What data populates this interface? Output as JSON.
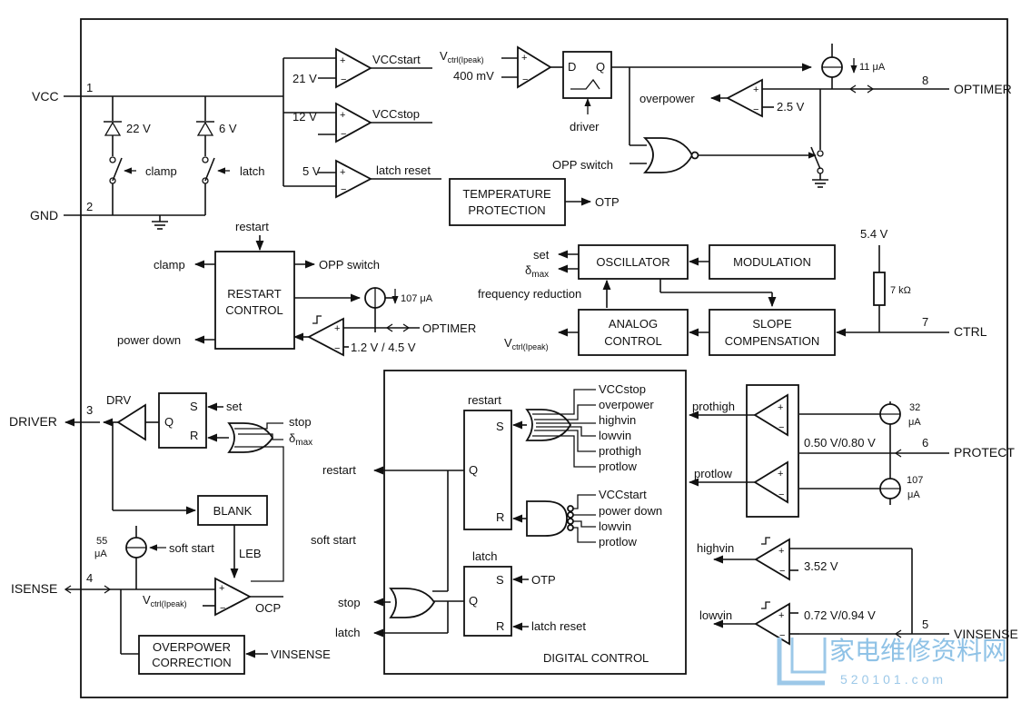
{
  "pins": {
    "vcc": {
      "num": "1",
      "name": "VCC"
    },
    "gnd": {
      "num": "2",
      "name": "GND"
    },
    "driver": {
      "num": "3",
      "name": "DRIVER"
    },
    "isense": {
      "num": "4",
      "name": "ISENSE"
    },
    "vinsense": {
      "num": "5",
      "name": "VINSENSE"
    },
    "protect": {
      "num": "6",
      "name": "PROTECT"
    },
    "ctrl": {
      "num": "7",
      "name": "CTRL"
    },
    "optimer": {
      "num": "8",
      "name": "OPTIMER"
    }
  },
  "zeners": {
    "z1": "22 V",
    "z2": "6 V"
  },
  "switches": {
    "clamp": "clamp",
    "latch": "latch"
  },
  "comparators": {
    "c21_ref": "21 V",
    "c21_out": "VCCstart",
    "c12_ref": "12 V",
    "c12_out": "VCCstop",
    "c5_ref": "5 V",
    "c5_out": "latch reset",
    "opp_ref": "2.5 V",
    "opp_out": "overpower",
    "vctrl_in": "Vctrl(Ipeak)",
    "vctrl_ref": "400 mV",
    "restart_ref": "1.2 V / 4.5 V",
    "restart_in": "OPTIMER",
    "highvin": "highvin",
    "highvin_ref": "3.52 V",
    "lowvin": "lowvin",
    "lowvin_ref": "0.72 V/0.94 V",
    "protect_ref": "0.50 V/0.80 V",
    "prothigh": "prothigh",
    "protlow": "protlow",
    "ocp": "OCP",
    "ocp_in": "Vctrl(Ipeak)"
  },
  "blocks": {
    "temp_line1": "TEMPERATURE",
    "temp_line2": "PROTECTION",
    "otp": "OTP",
    "dff_d": "D",
    "dff_q": "Q",
    "driver": "driver",
    "opp_switch": "OPP switch",
    "osc": "OSCILLATOR",
    "mod": "MODULATION",
    "set": "set",
    "dmax": "δmax",
    "freq_red": "frequency reduction",
    "analog_1": "ANALOG",
    "analog_2": "CONTROL",
    "slope_1": "SLOPE",
    "slope_2": "COMPENSATION",
    "vctrl_out": "Vctrl(Ipeak)",
    "res_volt": "5.4 V",
    "resistor": "7 kΩ",
    "restart_ctrl_1": "RESTART",
    "restart_ctrl_2": "CONTROL",
    "restart_in": "restart",
    "clamp_out": "clamp",
    "opp_switch_out": "OPP switch",
    "power_down": "power down",
    "drv": "DRV",
    "sr_s": "S",
    "sr_r": "R",
    "sr_q": "Q",
    "sr_set": "set",
    "stop": "stop",
    "dmax2": "δmax",
    "blank": "BLANK",
    "leb": "LEB",
    "soft_start": "soft start",
    "opc_1": "OVERPOWER",
    "opc_2": "CORRECTION",
    "opc_in": "VINSENSE",
    "digital": "DIGITAL CONTROL"
  },
  "currents": {
    "i11": "11 μA",
    "i107": "107 μA",
    "i55a": "55",
    "i55b": "μA",
    "i32a": "32",
    "i32b": "μA",
    "i107ba": "107",
    "i107bb": "μA"
  },
  "digital": {
    "restart_label": "restart",
    "restart_out": "restart",
    "soft_start": "soft start",
    "stop": "stop",
    "latch_out": "latch",
    "latch_label": "latch",
    "s": "S",
    "r": "R",
    "q": "Q",
    "or_inputs": [
      "VCCstop",
      "overpower",
      "highvin",
      "lowvin",
      "prothigh",
      "protlow"
    ],
    "and_inputs": [
      "VCCstart",
      "power down",
      "lowvin",
      "protlow"
    ],
    "otp": "OTP",
    "latch_reset": "latch reset"
  },
  "watermark": {
    "line1": "家电维修资料网",
    "line2": "520101.com"
  }
}
